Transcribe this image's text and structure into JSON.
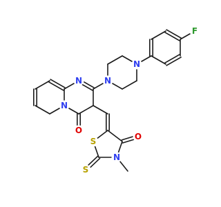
{
  "molecule": {
    "atom_labels": {
      "F": "F",
      "N_pip_top": "N",
      "N_pip_bottom": "N",
      "N_pym": "N",
      "N_bridge": "N",
      "O_pyr": "O",
      "O_thz": "O",
      "S_ring": "S",
      "S_thione": "S",
      "N_thz": "N"
    },
    "colors": {
      "N": "#2f3ff0",
      "O": "#e00000",
      "S": "#b8a200",
      "F": "#2e9a2e",
      "bond": "#1a1a1a"
    }
  }
}
